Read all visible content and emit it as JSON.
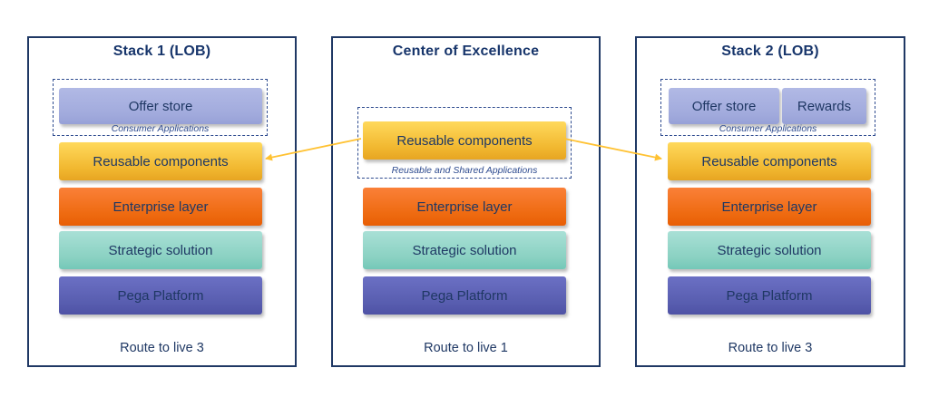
{
  "panels": [
    {
      "title": "Stack 1 (LOB)",
      "apps_group_label": "Consumer Applications",
      "apps": [
        "Offer store"
      ],
      "layers": [
        "Reusable components",
        "Enterprise layer",
        "Strategic solution",
        "Pega Platform"
      ],
      "footer": "Route to live 3"
    },
    {
      "title": "Center of Excellence",
      "apps_group_label": "Reusable and Shared Applications",
      "apps": [
        "Reusable components"
      ],
      "layers": [
        "Enterprise layer",
        "Strategic solution",
        "Pega Platform"
      ],
      "footer": "Route to live 1"
    },
    {
      "title": "Stack 2 (LOB)",
      "apps_group_label": "Consumer Applications",
      "apps": [
        "Offer store",
        "Rewards"
      ],
      "layers": [
        "Reusable components",
        "Enterprise layer",
        "Strategic solution",
        "Pega Platform"
      ],
      "footer": "Route to live 3"
    }
  ],
  "arrows": [
    {
      "from": "Center of Excellence / Reusable components",
      "to": "Stack 1 (LOB) / Reusable components"
    },
    {
      "from": "Center of Excellence / Reusable components",
      "to": "Stack 2 (LOB) / Reusable components"
    }
  ],
  "colors": {
    "panel_border": "#1F3864",
    "text": "#1F3864",
    "dashed_border": "#2E4B8F",
    "yellow": "#F7C63F",
    "orange": "#F1660A",
    "teal": "#8FD4C6",
    "indigo": "#5A5FB4",
    "lavender": "#A4ADDE",
    "arrow": "#FFC233",
    "background": "#FFFFFF"
  }
}
